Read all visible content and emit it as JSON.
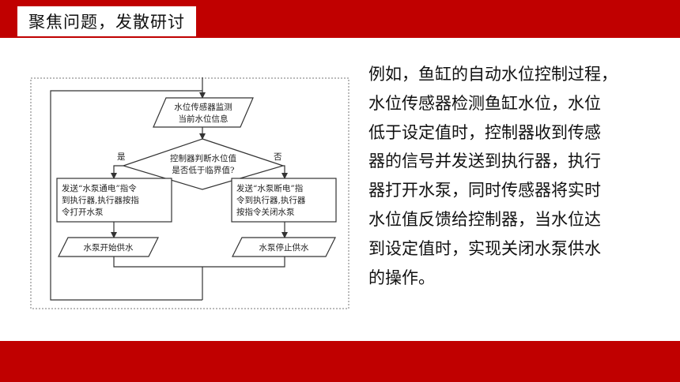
{
  "header": {
    "title": "聚焦问题，发散研讨",
    "bar_color": "#c00000"
  },
  "flowchart": {
    "sense_lines": [
      "水位传感器监测",
      "当前水位信息"
    ],
    "decision_lines": [
      "控制器判断水位值",
      "是否低于临界值?"
    ],
    "yes_label": "是",
    "no_label": "否",
    "left_action_lines": [
      "发送“水泵通电”指令",
      "到执行器,执行器按指",
      "令打开水泵"
    ],
    "right_action_lines": [
      "发送“水泵断电”指",
      "令到执行器,执行器",
      "按指令关闭水泵"
    ],
    "left_output": "水泵开始供水",
    "right_output": "水泵停止供水"
  },
  "paragraph": {
    "lines": [
      "例如，鱼缸的自动水位控制过程，",
      "水位传感器检测鱼缸水位，水位",
      "低于设定值时，控制器收到传感",
      "器的信号并发送到执行器，执行",
      "器打开水泵，同时传感器将实时",
      "水位值反馈给控制器，当水位达",
      "到设定值时，实现关闭水泵供水",
      "的操作。"
    ]
  }
}
